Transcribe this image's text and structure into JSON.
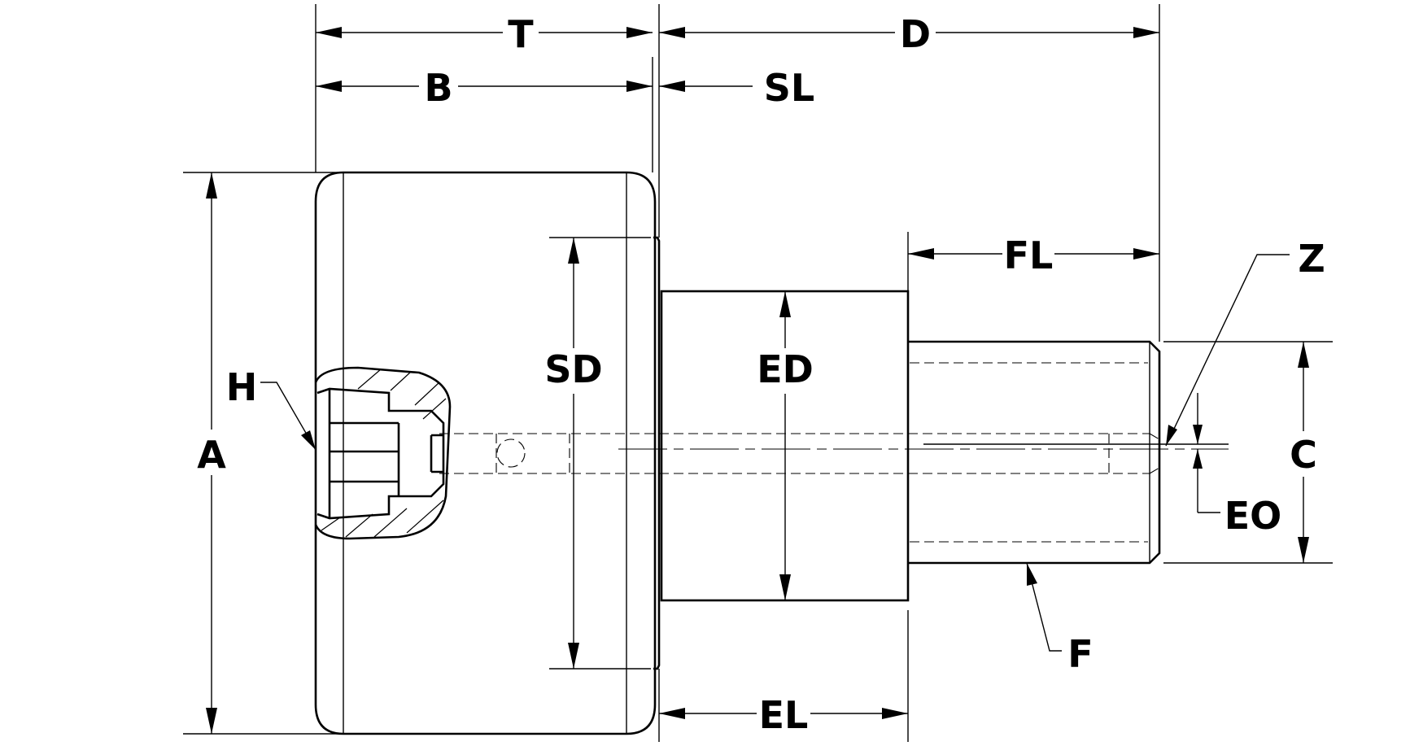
{
  "labels": {
    "T": "T",
    "D": "D",
    "B": "B",
    "SL": "SL",
    "FL": "FL",
    "Z": "Z",
    "H": "H",
    "A": "A",
    "SD": "SD",
    "ED": "ED",
    "C": "C",
    "EO": "EO",
    "F": "F",
    "EL": "EL"
  }
}
